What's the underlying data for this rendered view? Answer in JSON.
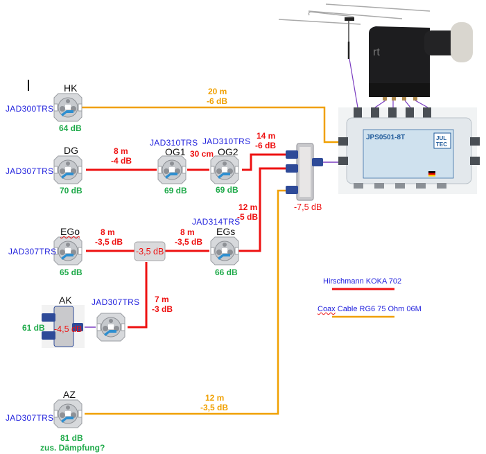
{
  "diagram": {
    "title_hidden": "",
    "colors": {
      "hirschmann_cable": "#ee1111",
      "coax_cable": "#f0a000",
      "patch_cable": "#7a3cc0",
      "model_text": "#2222dd",
      "level_text": "#1faa4a"
    },
    "sockets": [
      {
        "id": "HK",
        "room": "HK",
        "model": "JAD300TRS",
        "level": "64 dB"
      },
      {
        "id": "DG",
        "room": "DG",
        "model": "JAD307TRS",
        "level": "70 dB"
      },
      {
        "id": "OG1",
        "room": "OG1",
        "model": "JAD310TRS",
        "level": "69 dB"
      },
      {
        "id": "OG2",
        "room": "OG2",
        "model": "JAD310TRS",
        "level": "69 dB"
      },
      {
        "id": "EGo",
        "room": "EGo",
        "model": "JAD307TRS",
        "level": "65 dB"
      },
      {
        "id": "EGs",
        "room": "EGs",
        "model": "JAD314TRS",
        "level": "66 dB"
      },
      {
        "id": "AK_socket",
        "room": "",
        "model": "JAD307TRS",
        "level": ""
      },
      {
        "id": "AZ",
        "room": "AZ",
        "model": "JAD307TRS",
        "level": "81 dB",
        "note": "zus. Dämpfung?"
      }
    ],
    "ak": {
      "room": "AK",
      "level": "61 dB",
      "splitter_loss": "-4,5 dB"
    },
    "cables": [
      {
        "id": "hk",
        "length": "20 m",
        "loss": "-6 dB",
        "type": "coax"
      },
      {
        "id": "dg-og1",
        "length": "8 m",
        "loss": "-4 dB",
        "type": "hirschmann"
      },
      {
        "id": "og1-og2",
        "length": "30 cm",
        "loss": "",
        "type": "hirschmann"
      },
      {
        "id": "og2-splitter",
        "length": "14 m",
        "loss": "-6 dB",
        "type": "hirschmann"
      },
      {
        "id": "egs-splitter",
        "length": "12 m",
        "loss": "-5 dB",
        "type": "hirschmann"
      },
      {
        "id": "ego-split",
        "length": "8 m",
        "loss": "-3,5 dB",
        "type": "hirschmann"
      },
      {
        "id": "split-egs",
        "length": "8 m",
        "loss": "-3,5 dB",
        "type": "hirschmann"
      },
      {
        "id": "split-ak",
        "length": "7 m",
        "loss": "-3 dB",
        "type": "hirschmann"
      },
      {
        "id": "az",
        "length": "12 m",
        "loss": "-3,5 dB",
        "type": "coax"
      }
    ],
    "splitter_main": {
      "loss": "-7,5 dB"
    },
    "splitter_eg": {
      "loss": "-3,5 dB"
    },
    "multiswitch": {
      "model": "JPS0501-8T",
      "brand": "JUL TEC"
    },
    "legend": [
      {
        "label": "Hirschmann KOKA 702",
        "type": "hirschmann"
      },
      {
        "label_a": "Coax",
        "label_b": " Cable RG6 75 Ohm 06M",
        "type": "coax"
      }
    ]
  }
}
